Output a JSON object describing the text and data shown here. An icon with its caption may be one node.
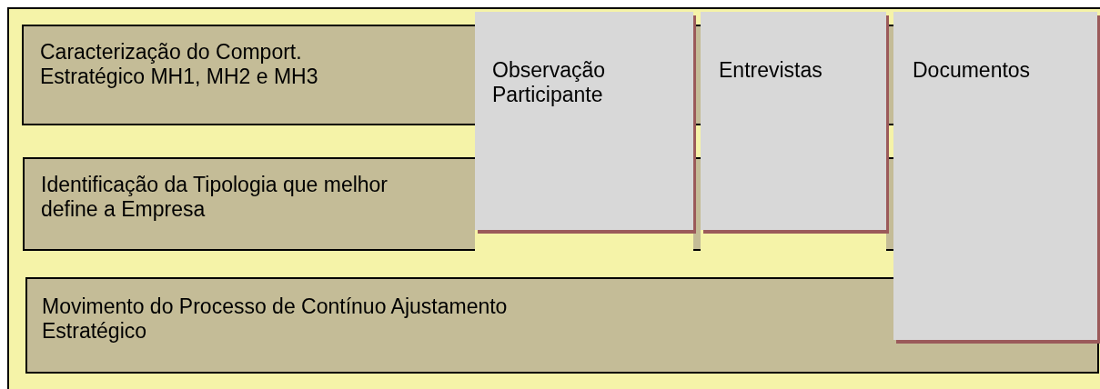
{
  "diagram": {
    "nodes": [
      {
        "text": [
          "Caracterização do Comport. Estratégico MH1, MH2 e MH3"
        ]
      },
      {
        "text": [
          "Identificação da Tipologia que melhor define a Empresa"
        ]
      },
      {
        "text": [
          "Movimento do Processo de Contínuo Ajustamento Estratégico"
        ]
      },
      {
        "text": [
          "Observação Participante"
        ]
      },
      {
        "text": [
          "Entrevistas"
        ]
      },
      {
        "text": [
          "Documentos"
        ]
      }
    ]
  }
}
